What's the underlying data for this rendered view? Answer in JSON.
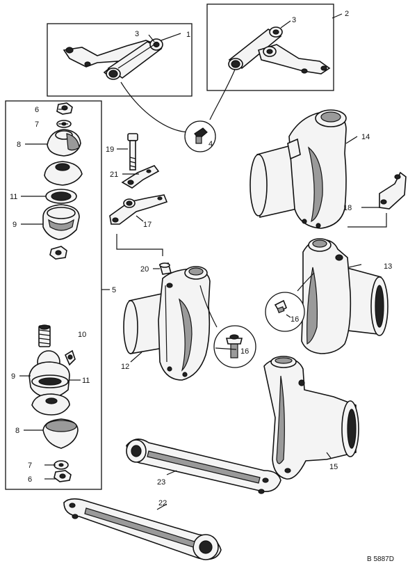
{
  "labels": {
    "l1": "1",
    "l2": "2",
    "l3a": "3",
    "l3b": "3",
    "l4": "4",
    "l5": "5",
    "l6a": "6",
    "l6b": "6",
    "l7a": "7",
    "l7b": "7",
    "l8a": "8",
    "l8b": "8",
    "l9a": "9",
    "l9b": "9",
    "l10": "10",
    "l11a": "11",
    "l11b": "11",
    "l12": "12",
    "l13": "13",
    "l14": "14",
    "l15": "15",
    "l16a": "16",
    "l16b": "16",
    "l17": "17",
    "l18": "18",
    "l19": "19",
    "l20": "20",
    "l21": "21",
    "l22": "22",
    "l23": "23"
  },
  "drawing_code": "B 5887D"
}
